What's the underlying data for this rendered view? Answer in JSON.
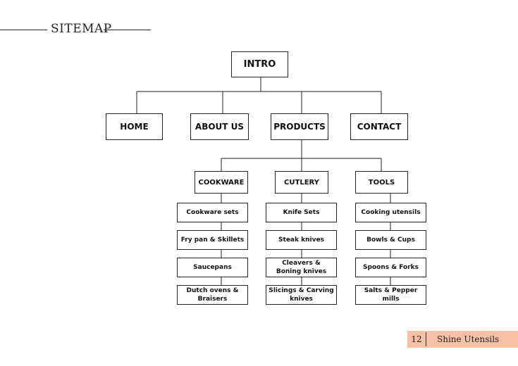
{
  "header": {
    "title": "SITEMAP"
  },
  "sitemap": {
    "root": "INTRO",
    "top_level": [
      "HOME",
      "ABOUT US",
      "PRODUCTS",
      "CONTACT"
    ],
    "categories": [
      {
        "label": "COOKWARE",
        "items": [
          "Cookware sets",
          "Fry pan & Skillets",
          "Saucepans",
          "Dutch ovens & Braisers"
        ]
      },
      {
        "label": "CUTLERY",
        "items": [
          "Knife Sets",
          "Steak knives",
          "Cleavers & Boning knives",
          "Slicings & Carving knives"
        ]
      },
      {
        "label": "TOOLS",
        "items": [
          "Cooking utensils",
          "Bowls & Cups",
          "Spoons & Forks",
          "Salts & Pepper mills"
        ]
      }
    ]
  },
  "footer": {
    "page_number": "12",
    "brand": "Shine Utensils",
    "accent_color": "#f7c1a6"
  }
}
